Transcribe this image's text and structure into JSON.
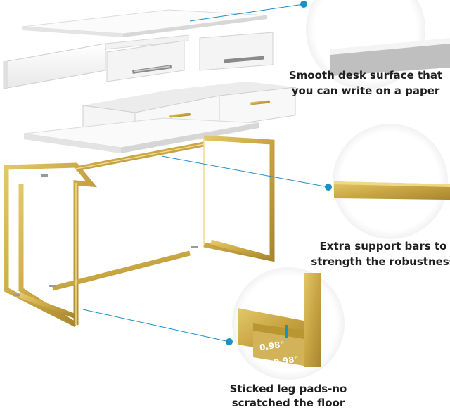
{
  "features": [
    {
      "id": "surface",
      "lines": [
        "Smooth desk surface that",
        "you can write on a paper"
      ]
    },
    {
      "id": "bars",
      "lines": [
        "Extra support bars to",
        "strength the robustness"
      ]
    },
    {
      "id": "pads",
      "lines": [
        "Sticked leg pads-no",
        "scratched the floor"
      ]
    }
  ],
  "dimensions": {
    "width_label": "0.98\"",
    "depth_label": "0.98\""
  },
  "colors": {
    "gold": "#c8a543",
    "gold_dark": "#9c7c26",
    "white_panel": "#f7f7f7",
    "callout_line": "#1c8fc4"
  }
}
